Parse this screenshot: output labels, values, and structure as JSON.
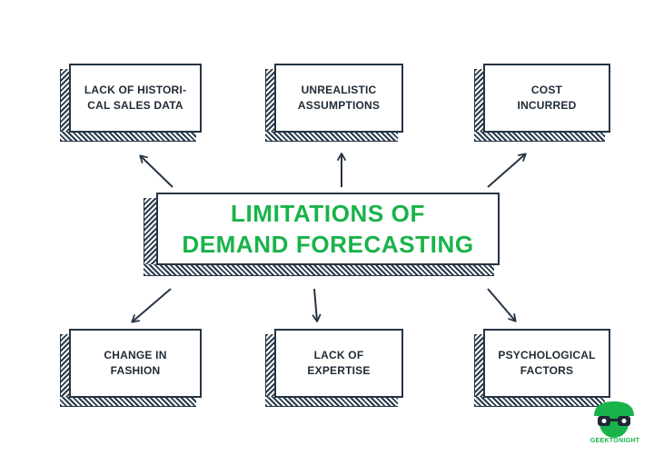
{
  "center": {
    "line1": "LIMITATIONS OF",
    "line2": "DEMAND FORECASTING"
  },
  "nodes": {
    "top_left": {
      "line1": "LACK OF HISTORI-",
      "line2": "CAL SALES DATA"
    },
    "top_mid": {
      "line1": "UNREALISTIC",
      "line2": "ASSUMPTIONS"
    },
    "top_right": {
      "line1": "COST",
      "line2": "INCURRED"
    },
    "bottom_left": {
      "line1": "CHANGE IN",
      "line2": "FASHION"
    },
    "bottom_mid": {
      "line1": "LACK OF",
      "line2": "EXPERTISE"
    },
    "bottom_right": {
      "line1": "PSYCHOLOGICAL",
      "line2": "FACTORS"
    }
  },
  "logo": {
    "name": "GEEKTONIGHT"
  },
  "colors": {
    "accent": "#18b34a",
    "ink": "#263445",
    "hatch": "#2b3b4d"
  }
}
